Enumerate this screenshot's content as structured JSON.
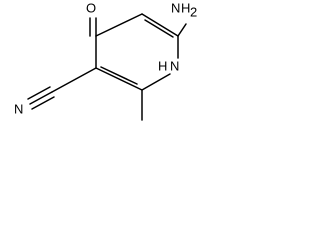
{
  "molecule": {
    "atoms": {
      "oxygen": "O",
      "amino_n": "N",
      "amino_h2": "H",
      "amino_sub": "2",
      "ring_h": "H",
      "ring_n": "N",
      "nitrile_n": "N"
    }
  },
  "colors": {
    "bond": "#000000",
    "label": "#000000",
    "background": "#ffffff"
  }
}
